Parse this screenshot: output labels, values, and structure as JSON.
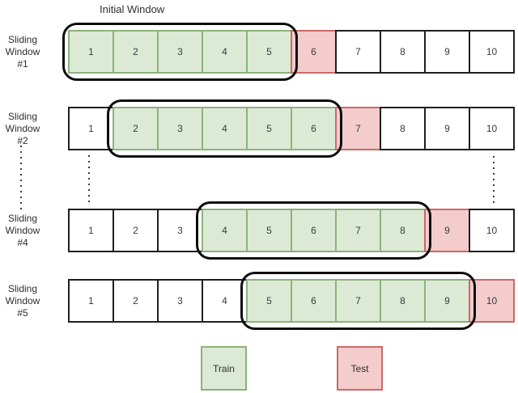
{
  "title": "Initial Window",
  "colors": {
    "train_fill": "#dcead5",
    "train_border": "#8cb17c",
    "test_fill": "#f4cccc",
    "test_border": "#c96a6a",
    "cell_border": "#1f1f1f",
    "window_outline": "#0d0d0d"
  },
  "rows": [
    {
      "label_lines": [
        "Sliding",
        "Window",
        "#1"
      ],
      "window_start": 1,
      "window_end": 5,
      "cells": [
        {
          "value": "1",
          "type": "train"
        },
        {
          "value": "2",
          "type": "train"
        },
        {
          "value": "3",
          "type": "train"
        },
        {
          "value": "4",
          "type": "train"
        },
        {
          "value": "5",
          "type": "train"
        },
        {
          "value": "6",
          "type": "test"
        },
        {
          "value": "7",
          "type": "none"
        },
        {
          "value": "8",
          "type": "none"
        },
        {
          "value": "9",
          "type": "none"
        },
        {
          "value": "10",
          "type": "none"
        }
      ]
    },
    {
      "label_lines": [
        "Sliding",
        "Window",
        "#2"
      ],
      "window_start": 2,
      "window_end": 6,
      "cells": [
        {
          "value": "1",
          "type": "none"
        },
        {
          "value": "2",
          "type": "train"
        },
        {
          "value": "3",
          "type": "train"
        },
        {
          "value": "4",
          "type": "train"
        },
        {
          "value": "5",
          "type": "train"
        },
        {
          "value": "6",
          "type": "train"
        },
        {
          "value": "7",
          "type": "test"
        },
        {
          "value": "8",
          "type": "none"
        },
        {
          "value": "9",
          "type": "none"
        },
        {
          "value": "10",
          "type": "none"
        }
      ]
    },
    {
      "label_lines": [
        "Sliding",
        "Window",
        "#4"
      ],
      "window_start": 4,
      "window_end": 8,
      "cells": [
        {
          "value": "1",
          "type": "none"
        },
        {
          "value": "2",
          "type": "none"
        },
        {
          "value": "3",
          "type": "none"
        },
        {
          "value": "4",
          "type": "train"
        },
        {
          "value": "5",
          "type": "train"
        },
        {
          "value": "6",
          "type": "train"
        },
        {
          "value": "7",
          "type": "train"
        },
        {
          "value": "8",
          "type": "train"
        },
        {
          "value": "9",
          "type": "test"
        },
        {
          "value": "10",
          "type": "none"
        }
      ]
    },
    {
      "label_lines": [
        "Sliding",
        "Window",
        "#5"
      ],
      "window_start": 5,
      "window_end": 9,
      "cells": [
        {
          "value": "1",
          "type": "none"
        },
        {
          "value": "2",
          "type": "none"
        },
        {
          "value": "3",
          "type": "none"
        },
        {
          "value": "4",
          "type": "none"
        },
        {
          "value": "5",
          "type": "train"
        },
        {
          "value": "6",
          "type": "train"
        },
        {
          "value": "7",
          "type": "train"
        },
        {
          "value": "8",
          "type": "train"
        },
        {
          "value": "9",
          "type": "train"
        },
        {
          "value": "10",
          "type": "test"
        }
      ]
    }
  ],
  "legend": [
    {
      "label": "Train",
      "type": "train"
    },
    {
      "label": "Test",
      "type": "test"
    }
  ]
}
